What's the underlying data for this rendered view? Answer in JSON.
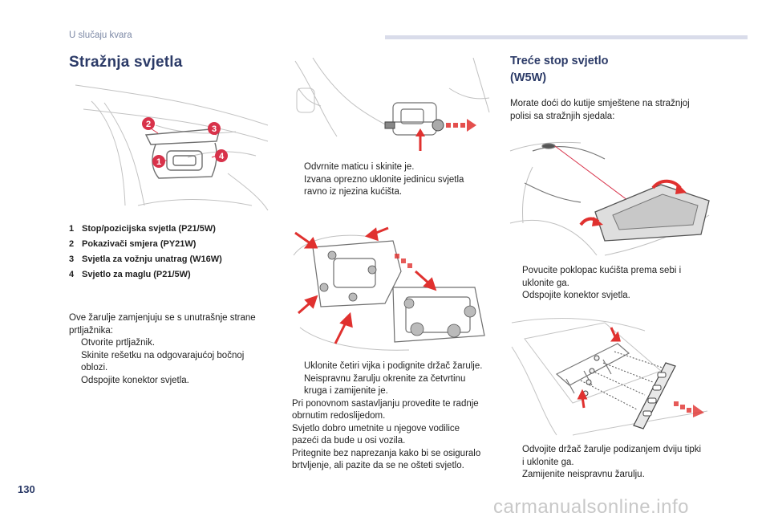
{
  "header": {
    "section_label": "U slučaju kvara"
  },
  "left": {
    "title": "Stražnja svjetla",
    "callouts": [
      "2",
      "3",
      "1",
      "4"
    ],
    "legend": [
      {
        "num": "1",
        "text": "Stop/pozicijska svjetla (P21/5W)"
      },
      {
        "num": "2",
        "text": "Pokazivači smjera (PY21W)"
      },
      {
        "num": "3",
        "text": "Svjetla za vožnju unatrag (W16W)"
      },
      {
        "num": "4",
        "text": "Svjetlo za maglu (P21/5W)"
      }
    ],
    "intro_lines": [
      "Ove žarulje zamjenjuju se s unutrašnje strane",
      "prtljažnika:"
    ],
    "steps": [
      {
        "symbol": "",
        "lines": [
          "Otvorite prtljažnik."
        ]
      },
      {
        "symbol": "",
        "lines": [
          "Skinite rešetku na odgovarajućoj bočnoj",
          "oblozi."
        ]
      },
      {
        "symbol": "",
        "lines": [
          "Odspojite konektor svjetla."
        ]
      }
    ]
  },
  "middle": {
    "steps_top": [
      {
        "symbol": "",
        "lines": [
          "Odvrnite maticu i skinite je."
        ]
      },
      {
        "symbol": "",
        "lines": [
          "Izvana oprezno uklonite jedinicu svjetla",
          "ravno iz njezina kućišta."
        ]
      }
    ],
    "steps_bottom": [
      {
        "symbol": "",
        "lines": [
          "Uklonite četiri vijka i podignite držač žarulje."
        ]
      },
      {
        "symbol": "",
        "lines": [
          "Neispravnu žarulju okrenite za četvrtinu",
          "kruga i zamijenite je."
        ]
      }
    ],
    "paragraph_lines": [
      "Pri ponovnom sastavljanju provedite te radnje",
      "obrnutim redoslijedom.",
      "Svjetlo dobro umetnite u njegove vodilice",
      "pazeći da bude u osi vozila.",
      "Pritegnite bez naprezanja kako bi se osiguralo",
      "brtvljenje, ali pazite da se ne ošteti svjetlo."
    ]
  },
  "right": {
    "title_line1": "Treće stop svjetlo",
    "title_line2": "(W5W)",
    "intro_lines": [
      "Morate doći do kutije smještene na stražnjoj",
      "polisi sa stražnjih sjedala:"
    ],
    "steps_mid": [
      {
        "symbol": "",
        "lines": [
          "Povucite poklopac kućišta prema sebi i",
          "uklonite ga."
        ]
      },
      {
        "symbol": "",
        "lines": [
          "Odspojite konektor svjetla."
        ]
      }
    ],
    "steps_bottom": [
      {
        "symbol": "",
        "lines": [
          "Odvojite držač žarulje podizanjem dviju tipki",
          "i uklonite ga."
        ]
      },
      {
        "symbol": "",
        "lines": [
          "Zamijenite neispravnu žarulju."
        ]
      }
    ]
  },
  "footer": {
    "page_number": "130",
    "watermark": "carmanualsonline.info"
  },
  "colors": {
    "accent": "#2b3a67",
    "arrow_red": "#e0312f",
    "callout_red": "#d8324a",
    "line_grey": "#b8b8b8"
  }
}
